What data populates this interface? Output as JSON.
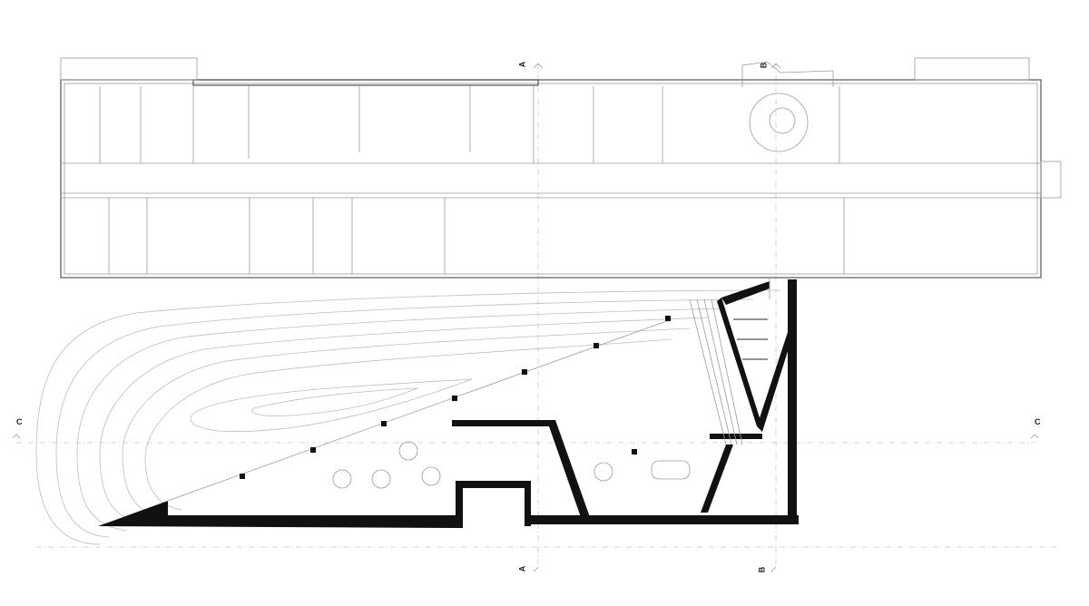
{
  "drawing": {
    "type": "architectural floor plan",
    "background": "#ffffff",
    "line_color": "#111111",
    "light_line_color": "#9a9a9a"
  },
  "section_markers": {
    "a_top": "A",
    "b_top": "B",
    "a_bottom": "A",
    "b_bottom": "B",
    "c_left": "C",
    "c_right": "C"
  }
}
